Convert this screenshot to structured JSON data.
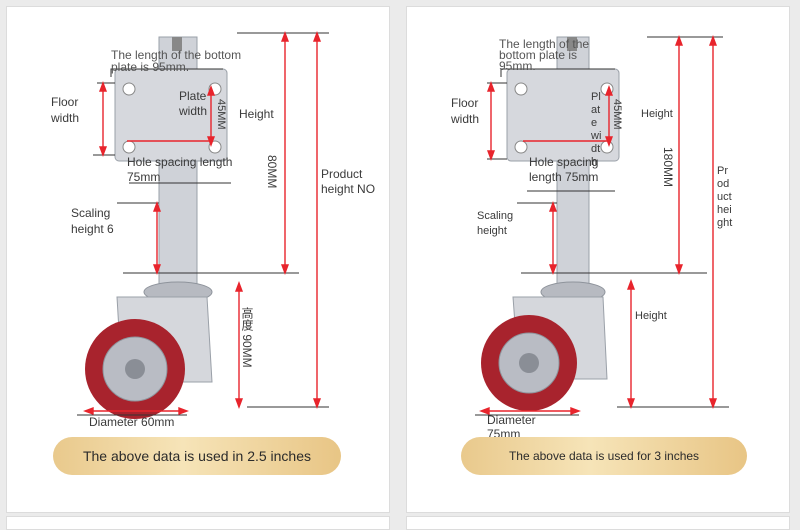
{
  "left": {
    "bottom_plate_length": "The length of the bottom plate is 95mm.",
    "floor_width": "Floor width",
    "plate_width": "Plate width",
    "plate_dim": "45MM",
    "height": "Height",
    "hole_spacing": "Hole spacing length 75mm",
    "height_80": "80MM",
    "product_height": "Product height NO",
    "scaling_height": "Scaling height 6",
    "height_90": "高度 90MM",
    "diameter": "Diameter 60mm",
    "banner": "The above data is used in 2.5 inches"
  },
  "right": {
    "bottom_plate_length": "The length of the bottom plate is 95mm.",
    "floor_width": "Floor width",
    "plate_width": "Plate width",
    "plate_dim": "45MM",
    "height": "Height",
    "hole_spacing": "Hole spacing length 75mm",
    "height_180": "180MM",
    "product_height": "Product height",
    "scaling_height": "Scaling height",
    "height_lower": "Height",
    "diameter": "Diameter 75mm",
    "banner": "The above data is used for 3 inches"
  },
  "colors": {
    "arrow": "#e8242c",
    "wheel": "#a8232d",
    "hub": "#b9bcc4",
    "metal": "#c9ccd3"
  }
}
